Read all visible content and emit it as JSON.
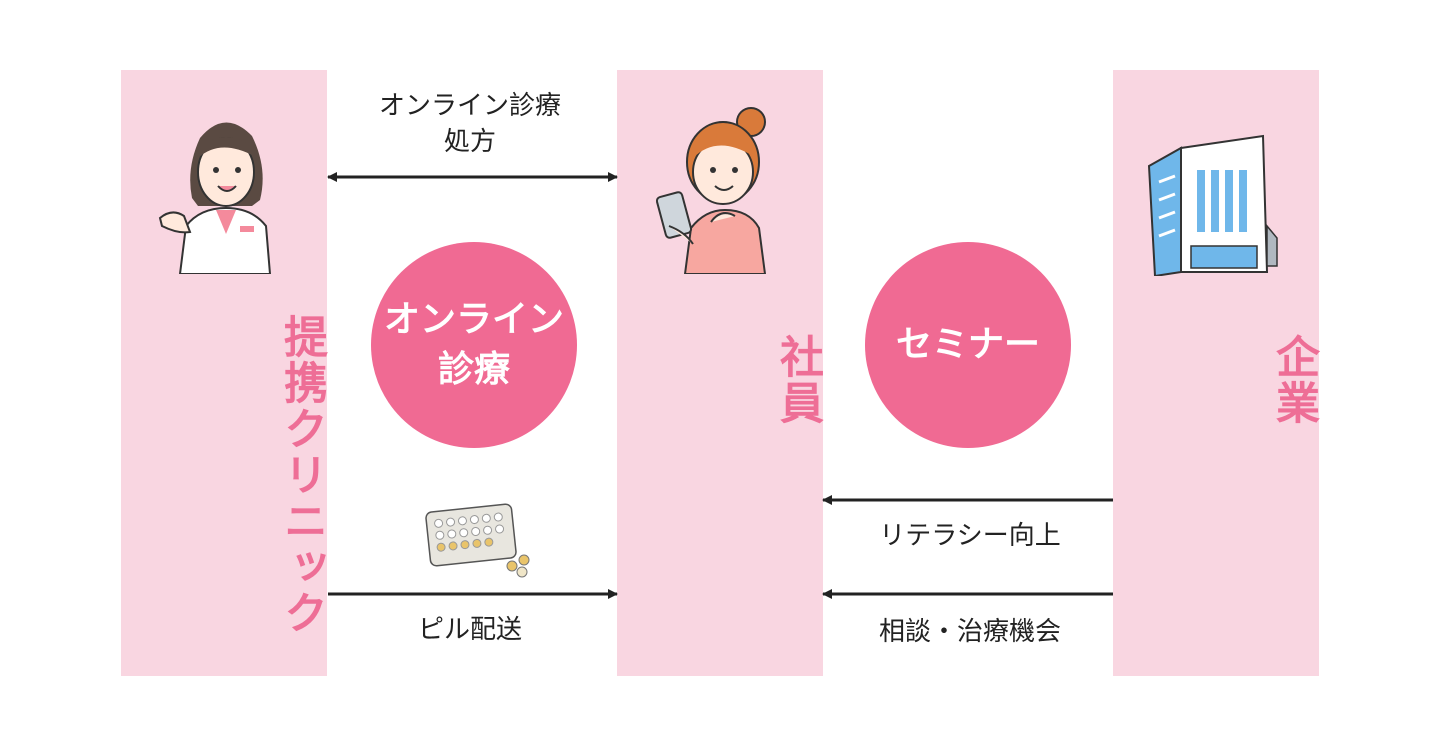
{
  "columns": {
    "clinic": {
      "label": "提携クリニック"
    },
    "employee": {
      "label": "社員"
    },
    "company": {
      "label": "企業"
    }
  },
  "circles": {
    "online": {
      "line1": "オンライン",
      "line2": "診療"
    },
    "seminar": {
      "line1": "セミナー"
    }
  },
  "arrows": {
    "online_rx": {
      "line1": "オンライン診療",
      "line2": "処方"
    },
    "pill_delivery": {
      "label": "ピル配送"
    },
    "literacy": {
      "label": "リテラシー向上"
    },
    "consult": {
      "label": "相談・治療機会"
    }
  },
  "icons": {
    "doctor": "doctor-illustration",
    "employee": "woman-smartphone-illustration",
    "company": "office-building-illustration",
    "pill": "pill-pack-illustration"
  },
  "colors": {
    "column_bg": "#f9d6e1",
    "accent": "#f06a93",
    "label": "#ee6e96"
  }
}
